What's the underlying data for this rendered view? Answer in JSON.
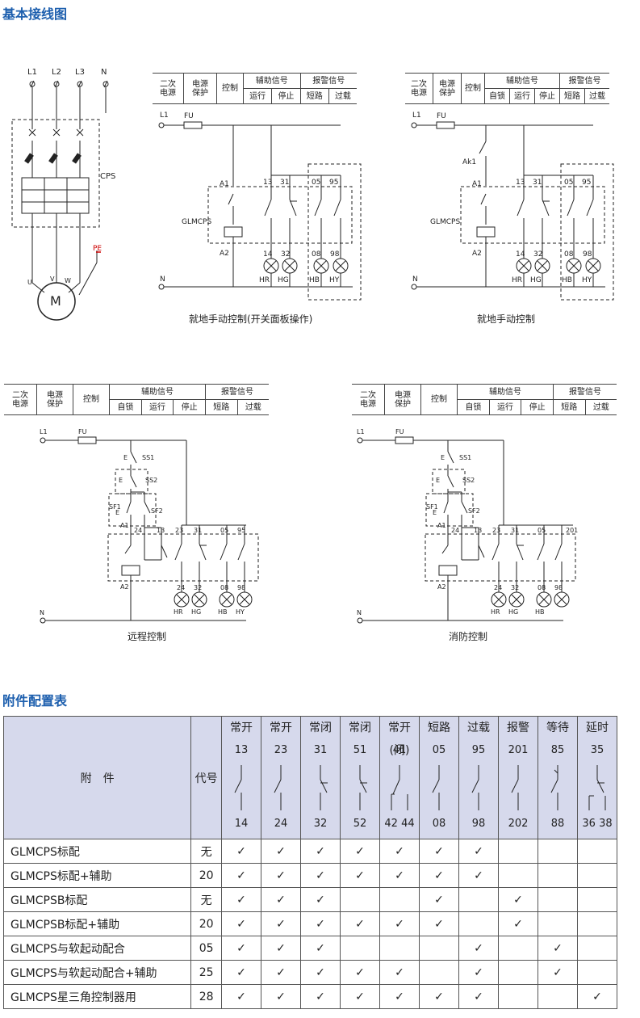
{
  "sections": {
    "wiring_title": "基本接线图",
    "accessory_title": "附件配置表"
  },
  "main_circuit": {
    "phases": [
      "L1",
      "L2",
      "L3",
      "N"
    ],
    "cps": "CPS",
    "pe": "PE",
    "terminals": [
      "U",
      "V",
      "W"
    ],
    "motor": "M"
  },
  "header_a": {
    "c1": [
      "二次",
      "电源"
    ],
    "c2": [
      "电源",
      "保护"
    ],
    "ctrl": "控制",
    "aux": "辅助信号",
    "alarm": "报警信号",
    "aux_items": [
      "运行",
      "停止"
    ],
    "alarm_items": [
      "短路",
      "过载"
    ]
  },
  "header_b": {
    "c1": [
      "二次",
      "电源"
    ],
    "c2": [
      "电源",
      "保护"
    ],
    "ctrl": "控制",
    "aux": "辅助信号",
    "alarm": "报警信号",
    "aux_items": [
      "自锁",
      "运行",
      "停止"
    ],
    "alarm_items": [
      "短路",
      "过载"
    ]
  },
  "diagrams": [
    {
      "caption": "就地手动控制(开关面板操作)",
      "L": "L1",
      "N": "N",
      "fu": "FU",
      "coil": [
        "A1",
        "A2"
      ],
      "device": "GLMCPS",
      "top": [
        "13",
        "31",
        "05",
        "95"
      ],
      "bottom": [
        "14",
        "32",
        "08",
        "98"
      ],
      "lamps": [
        "HR",
        "HG",
        "HB",
        "HY"
      ]
    },
    {
      "caption": "就地手动控制",
      "L": "L1",
      "N": "N",
      "fu": "FU",
      "ak": "Ak1",
      "coil": [
        "A1",
        "A2"
      ],
      "device": "GLMCPS",
      "top": [
        "13",
        "31",
        "05",
        "95"
      ],
      "bottom": [
        "14",
        "32",
        "08",
        "98"
      ],
      "lamps": [
        "HR",
        "HG",
        "HB",
        "HY"
      ]
    },
    {
      "caption": "远程控制",
      "L": "L1",
      "N": "N",
      "fu": "FU",
      "switches": [
        "SS1",
        "SS2",
        "SF1",
        "SF2"
      ],
      "e": "E",
      "coil": [
        "A1",
        "A2"
      ],
      "aux13": "13",
      "top": [
        "23",
        "31",
        "05",
        "95"
      ],
      "bottom": [
        "24",
        "32",
        "08",
        "98"
      ],
      "lamps": [
        "HR",
        "HG",
        "HB",
        "HY"
      ]
    },
    {
      "caption": "消防控制",
      "L": "L1",
      "N": "N",
      "fu": "FU",
      "switches": [
        "SS1",
        "SS2",
        "SF1",
        "SF2"
      ],
      "e": "E",
      "coil": [
        "A1",
        "A2"
      ],
      "aux13": "13",
      "top": [
        "23",
        "31",
        "05",
        "201"
      ],
      "bottom": [
        "24",
        "32",
        "08",
        "98"
      ],
      "lamps": [
        "HR",
        "HG",
        "HB"
      ]
    }
  ],
  "accessory": {
    "col_attachment": "附　件",
    "col_code": "代号",
    "columns": [
      {
        "type": "常开",
        "top": "13",
        "bottom": "14"
      },
      {
        "type": "常开",
        "top": "23",
        "bottom": "24"
      },
      {
        "type": "常闭",
        "top": "31",
        "bottom": "32"
      },
      {
        "type": "常闭",
        "top": "51",
        "bottom": "52"
      },
      {
        "type": "常开 (闭)",
        "top": "41",
        "bottom": "42 44"
      },
      {
        "type": "短路",
        "top": "05",
        "bottom": "08"
      },
      {
        "type": "过载",
        "top": "95",
        "bottom": "98"
      },
      {
        "type": "报警",
        "top": "201",
        "bottom": "202"
      },
      {
        "type": "等待",
        "top": "85",
        "bottom": "88"
      },
      {
        "type": "延时",
        "top": "35",
        "bottom": "36 38"
      }
    ],
    "check": "✓",
    "rows": [
      {
        "name": "GLMCPS标配",
        "code": "无",
        "checks": [
          1,
          1,
          1,
          1,
          1,
          1,
          1,
          0,
          0,
          0
        ]
      },
      {
        "name": "GLMCPS标配+辅助",
        "code": "20",
        "checks": [
          1,
          1,
          1,
          1,
          1,
          1,
          1,
          0,
          0,
          0
        ]
      },
      {
        "name": "GLMCPSB标配",
        "code": "无",
        "checks": [
          1,
          1,
          1,
          0,
          0,
          1,
          0,
          1,
          0,
          0
        ]
      },
      {
        "name": "GLMCPSB标配+辅助",
        "code": "20",
        "checks": [
          1,
          1,
          1,
          1,
          1,
          1,
          0,
          1,
          0,
          0
        ]
      },
      {
        "name": "GLMCPS与软起动配合",
        "code": "05",
        "checks": [
          1,
          1,
          1,
          0,
          0,
          0,
          1,
          0,
          1,
          0
        ]
      },
      {
        "name": "GLMCPS与软起动配合+辅助",
        "code": "25",
        "checks": [
          1,
          1,
          1,
          1,
          1,
          0,
          1,
          0,
          1,
          0
        ]
      },
      {
        "name": "GLMCPS星三角控制器用",
        "code": "28",
        "checks": [
          1,
          1,
          1,
          1,
          1,
          1,
          1,
          0,
          0,
          1
        ]
      }
    ]
  }
}
